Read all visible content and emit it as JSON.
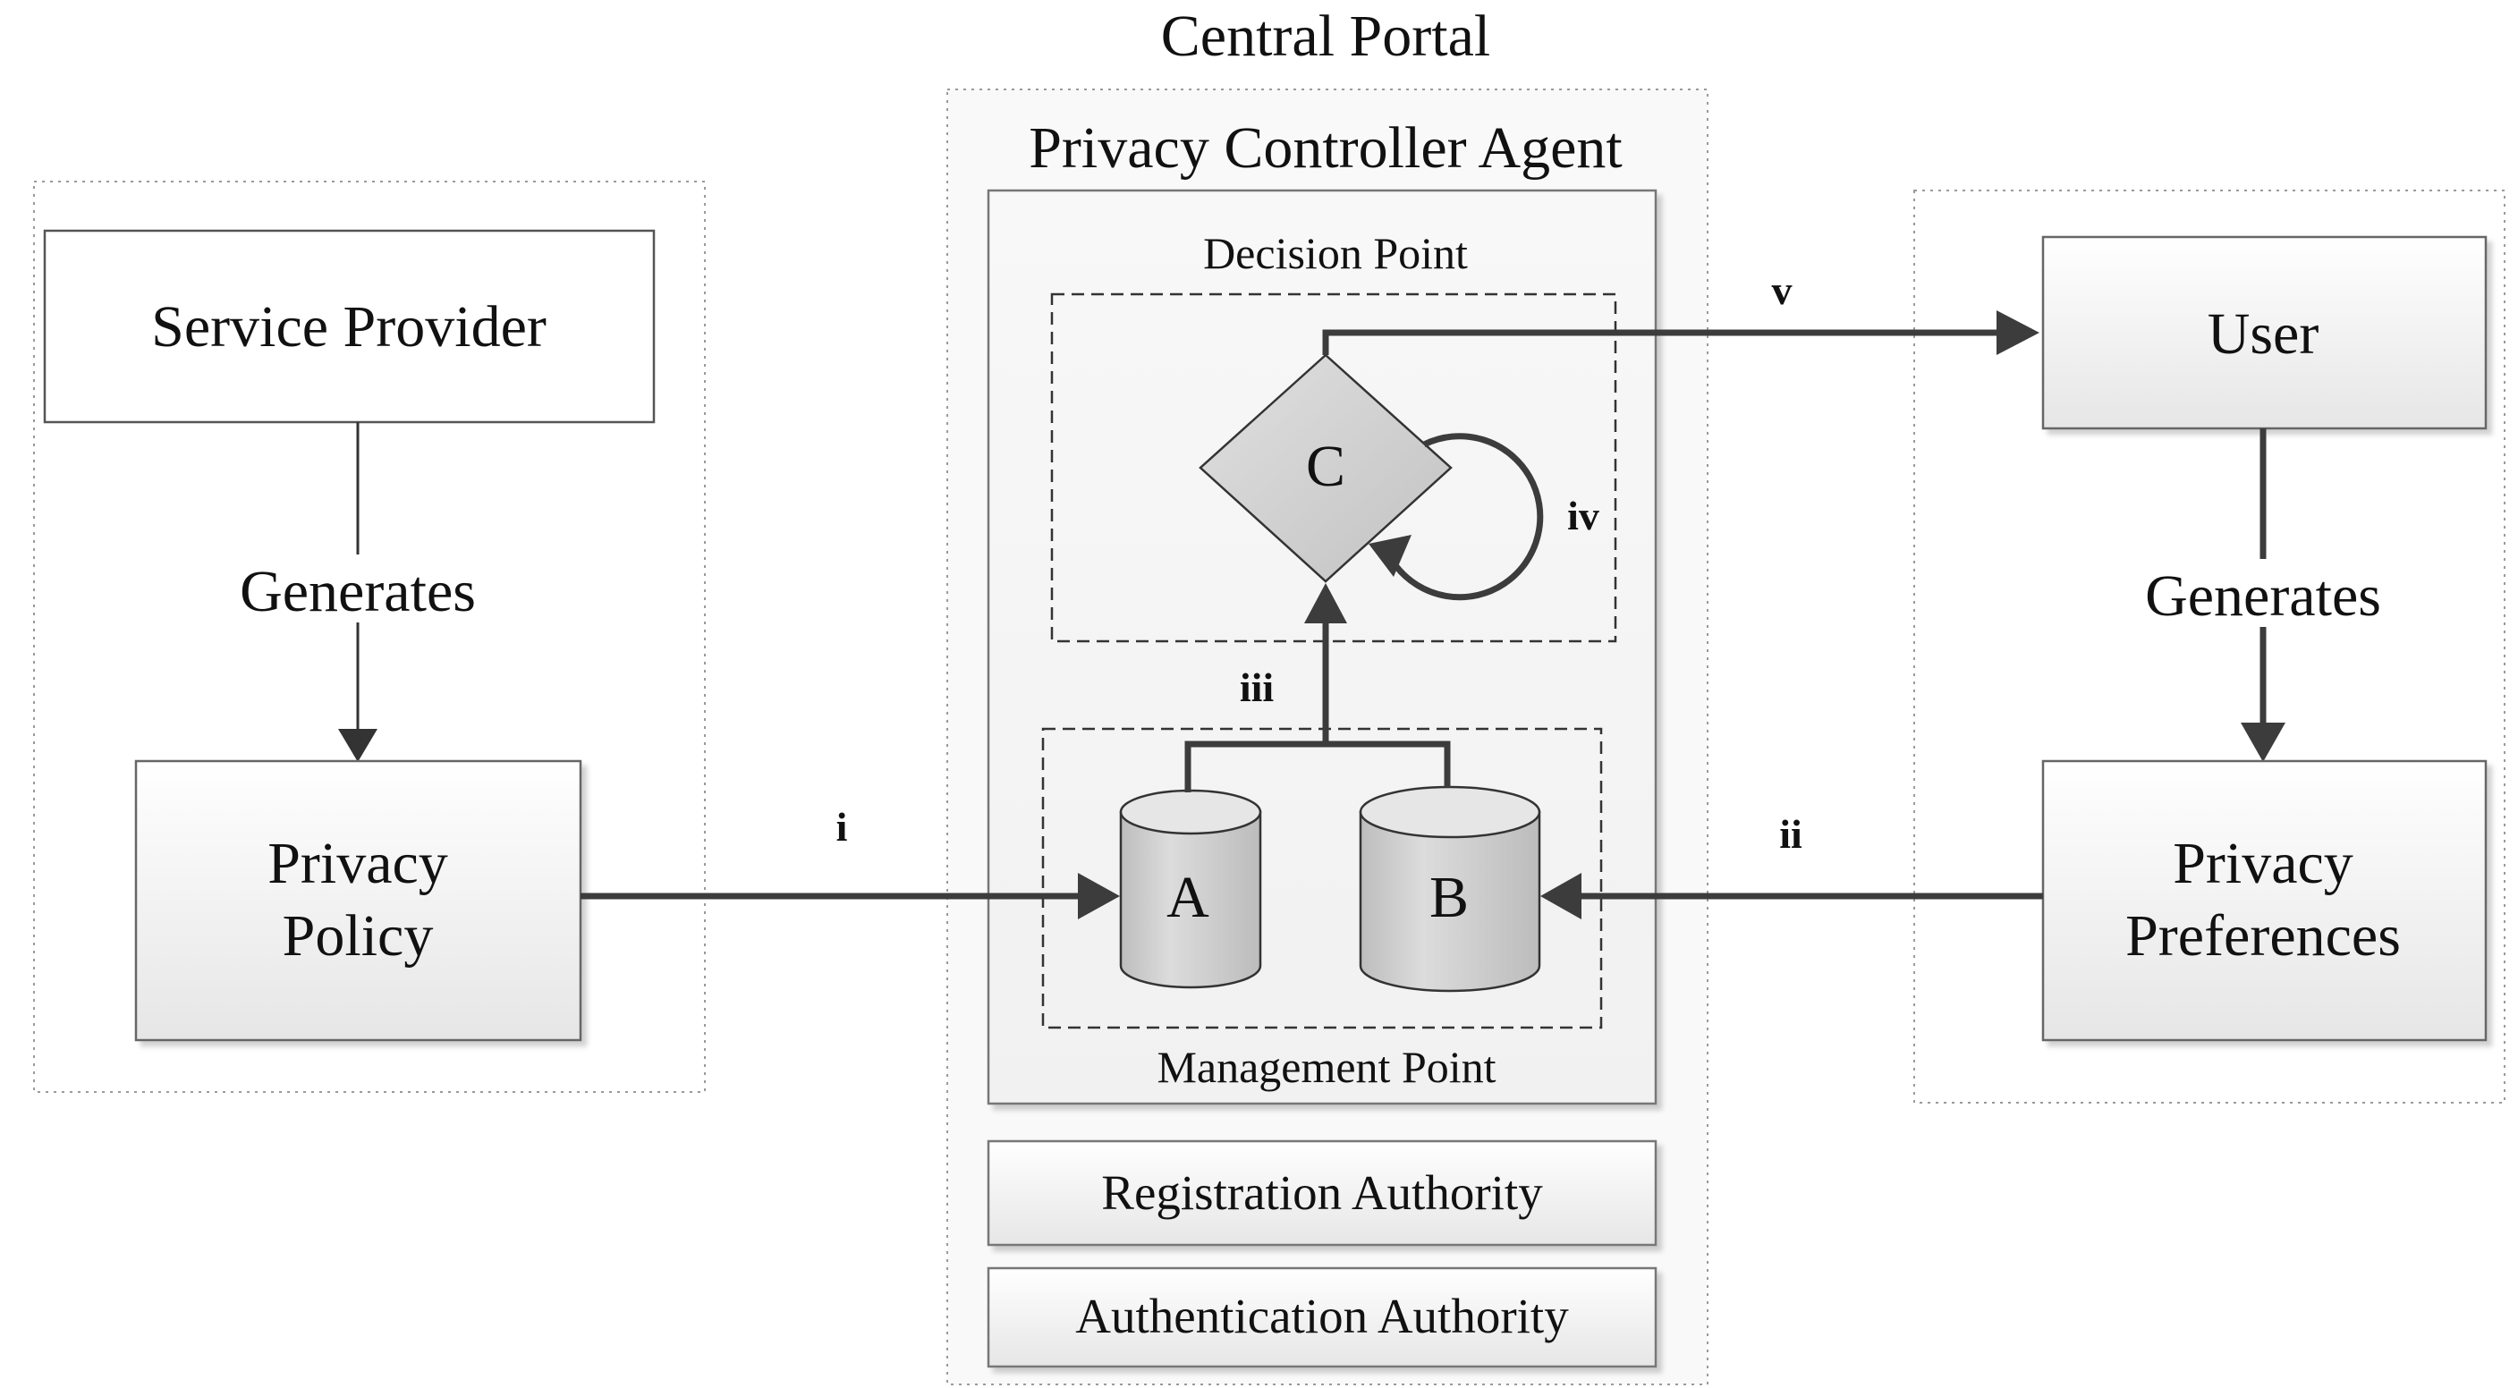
{
  "title": "Central Portal",
  "agent_title": "Privacy Controller Agent",
  "service_provider": "Service Provider",
  "sp_generates": "Generates",
  "privacy_policy": [
    "Privacy",
    "Policy"
  ],
  "user": "User",
  "user_generates": "Generates",
  "privacy_preferences": [
    "Privacy",
    "Preferences"
  ],
  "decision_point": "Decision Point",
  "decision_node": "C",
  "management_point": "Management Point",
  "store_a": "A",
  "store_b": "B",
  "registration_authority": "Registration Authority",
  "authentication_authority": "Authentication Authority",
  "arrows": {
    "i": "i",
    "ii": "ii",
    "iii": "iii",
    "iv": "iv",
    "v": "v"
  },
  "colors": {
    "box_fill_top": "#ffffff",
    "box_fill_bottom": "#e8e8e8",
    "shape_fill": "#cfcfcf",
    "stroke": "#3a3a3a",
    "arrow": "#3c3c3c"
  }
}
